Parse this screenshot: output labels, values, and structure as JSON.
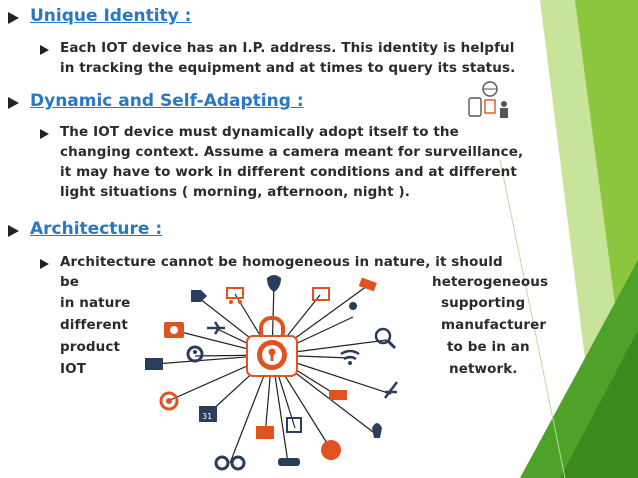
{
  "sections": [
    {
      "heading": "Unique Identity :",
      "lines": [
        "Each IOT device has an I.P. address. This identity is helpful",
        "in tracking the equipment and at times to query its status."
      ]
    },
    {
      "heading": "Dynamic and Self-Adapting :",
      "lines": [
        "The IOT device must dynamically adopt itself to the",
        "changing context. Assume a camera meant for surveillance,",
        "it may have to work in different conditions and at different",
        "light situations ( morning, afternoon, night )."
      ]
    },
    {
      "heading": "Architecture :",
      "lines": [
        "Architecture cannot be homogeneous in nature, it should"
      ],
      "left_words": [
        "be",
        "in nature",
        "different",
        "product",
        "IOT"
      ],
      "right_words": [
        "heterogeneous",
        "supporting",
        "manufacturer",
        "to be in an",
        "network."
      ]
    }
  ],
  "calendar_day": "31",
  "colors": {
    "heading": "#2878c8",
    "body_text": "#2b2b2b",
    "accent_green": "#8cc63f",
    "dark_green": "#3a8a1e",
    "hub_orange": "#e0531f",
    "icon_navy": "#2b3d5c"
  }
}
